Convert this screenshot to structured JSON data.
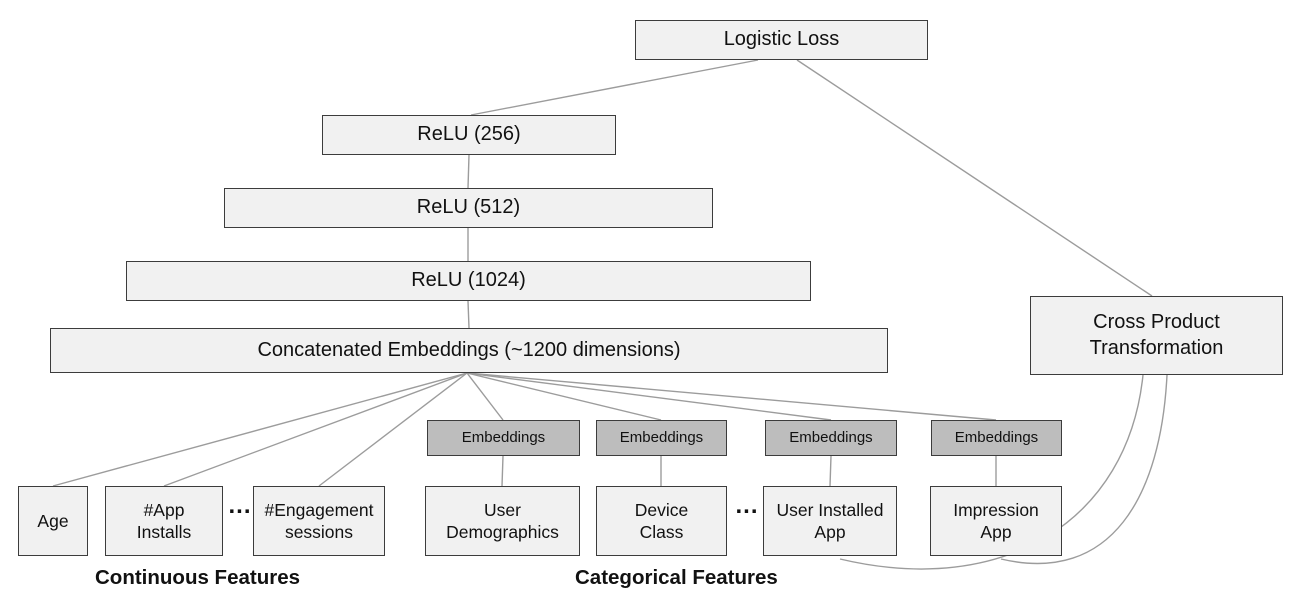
{
  "diagram": {
    "nodes": {
      "logistic_loss": "Logistic Loss",
      "relu_256": "ReLU (256)",
      "relu_512": "ReLU (512)",
      "relu_1024": "ReLU (1024)",
      "concatenated_embeddings": "Concatenated Embeddings (~1200 dimensions)",
      "cross_product": "Cross Product\nTransformation",
      "embeddings": [
        "Embeddings",
        "Embeddings",
        "Embeddings",
        "Embeddings"
      ],
      "age": "Age",
      "app_installs": "#App\nInstalls",
      "engagement_sessions": "#Engagement\nsessions",
      "user_demographics": "User\nDemographics",
      "device_class": "Device\nClass",
      "user_installed_app": "User Installed\nApp",
      "impression_app": "Impression\nApp",
      "ellipsis_continuous": "...",
      "ellipsis_categorical": "..."
    },
    "group_labels": {
      "continuous": "Continuous Features",
      "categorical": "Categorical Features"
    },
    "colors": {
      "node_fill": "#f1f1f1",
      "node_border": "#3c3c3c",
      "embedding_fill": "#bdbdbd",
      "connector": "#9c9c9c"
    }
  }
}
